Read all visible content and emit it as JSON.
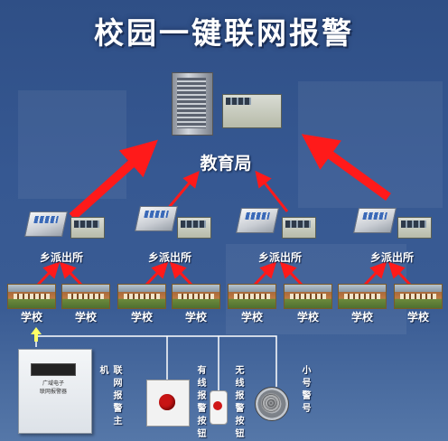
{
  "title": "校园一键联网报警",
  "bureau": {
    "label": "教育局"
  },
  "stations": [
    {
      "label": "乡派出所"
    },
    {
      "label": "乡派出所"
    },
    {
      "label": "乡派出所"
    },
    {
      "label": "乡派出所"
    }
  ],
  "schools": [
    {
      "label": "学校"
    },
    {
      "label": "学校"
    },
    {
      "label": "学校"
    },
    {
      "label": "学校"
    },
    {
      "label": "学校"
    },
    {
      "label": "学校"
    },
    {
      "label": "学校"
    },
    {
      "label": "学校"
    }
  ],
  "devices": {
    "host": {
      "label": "联网报警主机",
      "brand": "广域电子",
      "model": "联网报警器"
    },
    "wired_button": {
      "label": "有线报警按钮"
    },
    "wireless_button": {
      "label": "无线报警按钮"
    },
    "speaker": {
      "label": "小号警号"
    }
  },
  "colors": {
    "background": "#365892",
    "arrow": "#ff1a1a",
    "connector": "#ffffff",
    "highlight_arrow": "#ffff66"
  }
}
